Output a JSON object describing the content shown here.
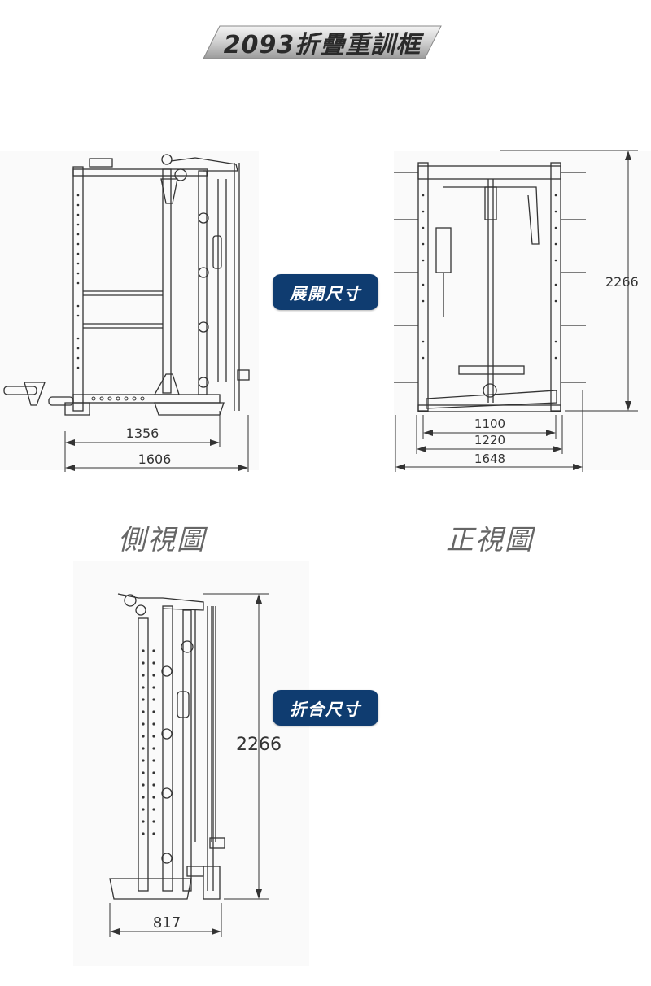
{
  "title": "2093折疊重訓框",
  "badges": {
    "expanded": "展開尺寸",
    "folded": "折合尺寸"
  },
  "view_labels": {
    "side": "側視圖",
    "front": "正視圖"
  },
  "dimensions": {
    "side_inner_width": "1356",
    "side_total_width": "1606",
    "front_height": "2266",
    "front_inner_1100": "1100",
    "front_inner_1220": "1220",
    "front_total_width": "1648",
    "folded_height": "2266",
    "folded_width": "817"
  },
  "colors": {
    "badge_blue": "#0f3c70",
    "line": "#333333",
    "label_gray": "#666666"
  }
}
